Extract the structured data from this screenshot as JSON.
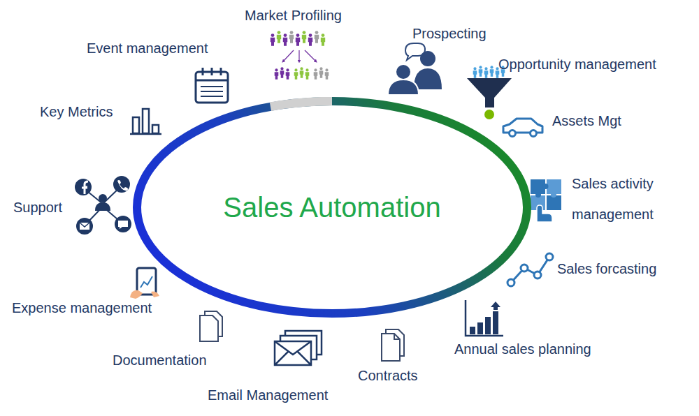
{
  "diagram": {
    "nodes": [
      {
        "text": [
          "Sales Automation"
        ]
      }
    ],
    "labels": [
      "Market Profiling",
      "Prospecting",
      "Opportunity management",
      "Assets Mgt",
      "Sales activity management",
      "Sales forcasting",
      "Annual sales planning",
      "Contracts",
      "Email Management",
      "Documentation",
      "Expense management",
      "Support",
      "Key Metrics",
      "Event management"
    ]
  }
}
